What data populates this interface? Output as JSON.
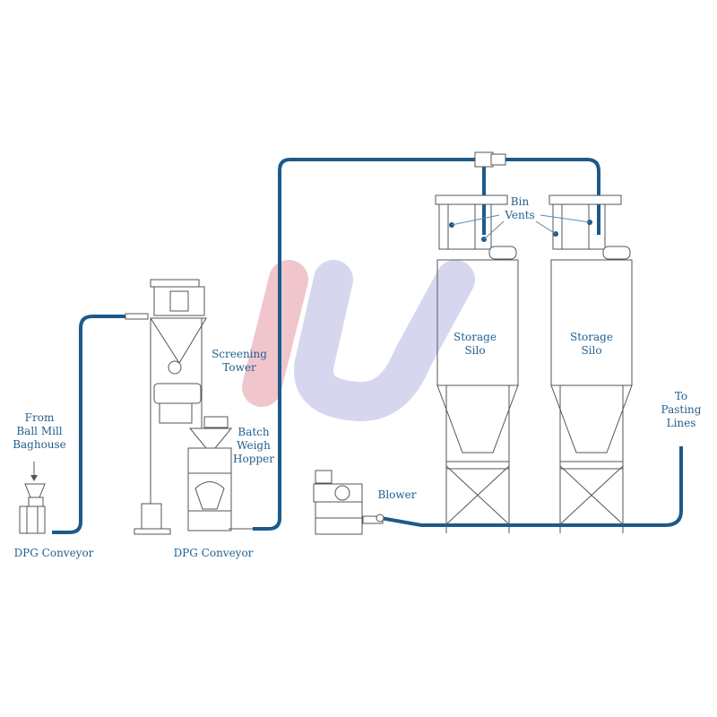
{
  "colors": {
    "pipe": "#1d5a8a",
    "label": "#22608f",
    "watermark_pink": "#eebcc4",
    "watermark_violet": "#cfd0ec",
    "equipment": "#555555"
  },
  "labels": {
    "from_ball_mill": "From\nBall Mill\nBaghouse",
    "dpg_conveyor_1": "DPG Conveyor",
    "dpg_conveyor_2": "DPG Conveyor",
    "screening_tower": "Screening\nTower",
    "batch_weigh_hopper": "Batch\nWeigh\nHopper",
    "blower": "Blower",
    "bin_vents": "Bin\nVents",
    "storage_silo_1": "Storage\nSilo",
    "storage_silo_2": "Storage\nSilo",
    "to_pasting_lines": "To\nPasting\nLines"
  }
}
